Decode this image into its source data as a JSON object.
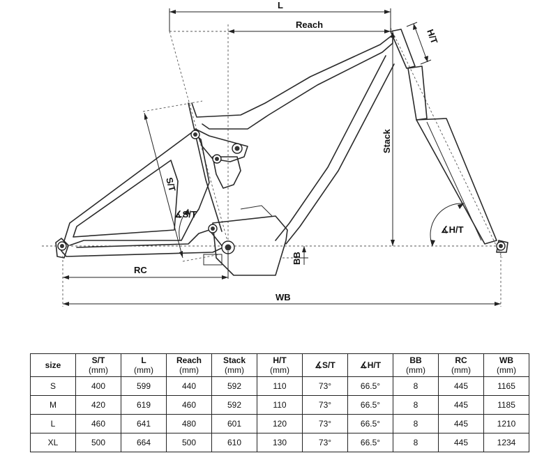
{
  "diagram": {
    "labels": {
      "l": "L",
      "reach": "Reach",
      "ht": "H/T",
      "stack": "Stack",
      "st": "S/T",
      "st_angle": "∡S/T",
      "ht_angle": "∡H/T",
      "bb": "BB",
      "rc": "RC",
      "wb": "WB"
    }
  },
  "table": {
    "headers": [
      {
        "label": "size",
        "unit": ""
      },
      {
        "label": "S/T",
        "unit": "(mm)"
      },
      {
        "label": "L",
        "unit": "(mm)"
      },
      {
        "label": "Reach",
        "unit": "(mm)"
      },
      {
        "label": "Stack",
        "unit": "(mm)"
      },
      {
        "label": "H/T",
        "unit": "(mm)"
      },
      {
        "label": "∡S/T",
        "unit": ""
      },
      {
        "label": "∡H/T",
        "unit": ""
      },
      {
        "label": "BB",
        "unit": "(mm)"
      },
      {
        "label": "RC",
        "unit": "(mm)"
      },
      {
        "label": "WB",
        "unit": "(mm)"
      }
    ],
    "rows": [
      [
        "S",
        "400",
        "599",
        "440",
        "592",
        "110",
        "73°",
        "66.5°",
        "8",
        "445",
        "1165"
      ],
      [
        "M",
        "420",
        "619",
        "460",
        "592",
        "110",
        "73°",
        "66.5°",
        "8",
        "445",
        "1185"
      ],
      [
        "L",
        "460",
        "641",
        "480",
        "601",
        "120",
        "73°",
        "66.5°",
        "8",
        "445",
        "1210"
      ],
      [
        "XL",
        "500",
        "664",
        "500",
        "610",
        "130",
        "73°",
        "66.5°",
        "8",
        "445",
        "1234"
      ]
    ]
  }
}
